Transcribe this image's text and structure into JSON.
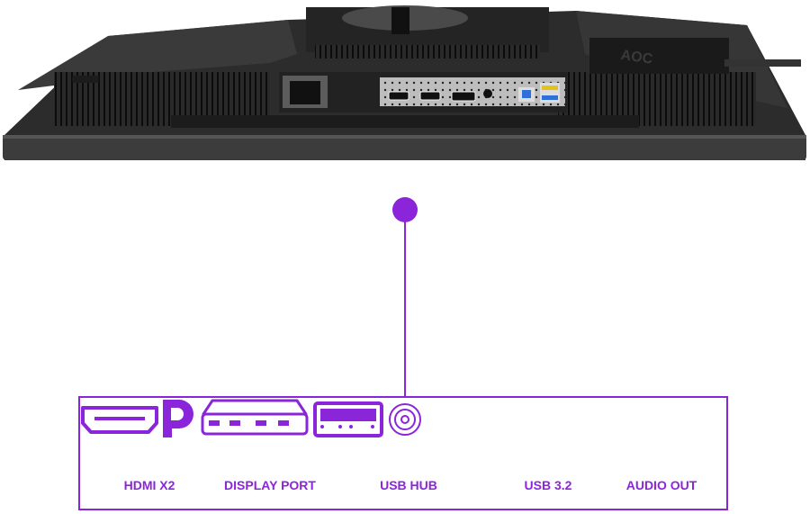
{
  "accent_color": "#8b25d9",
  "monitor_image": {
    "brand_logo_text": "AOC"
  },
  "ports": [
    {
      "label": "HDMI X2",
      "icon": "hdmi-icon"
    },
    {
      "label": "DISPLAY PORT",
      "icon": "displayport-icon"
    },
    {
      "label": "USB HUB",
      "icon": "usb-hub-icon"
    },
    {
      "label": "USB 3.2",
      "icon": "usb-port-icon"
    },
    {
      "label": "AUDIO OUT",
      "icon": "audio-jack-icon"
    }
  ]
}
